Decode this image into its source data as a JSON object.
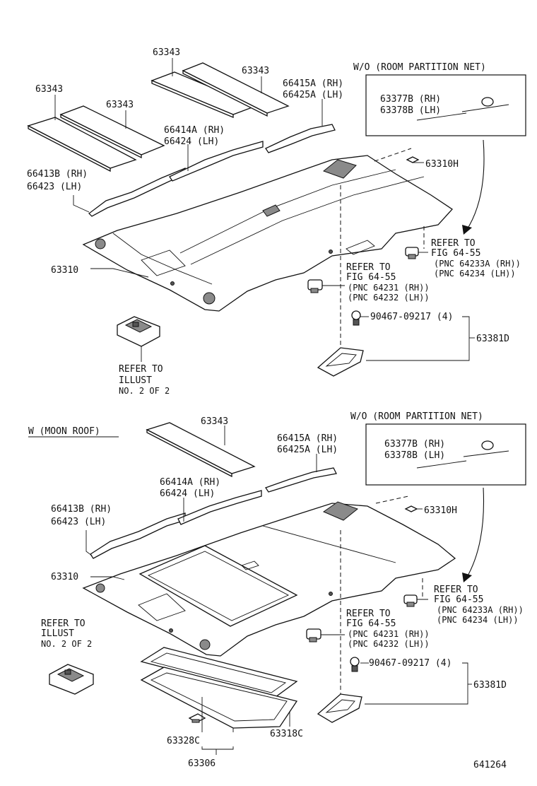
{
  "upper": {
    "labels": {
      "p63343_a": "63343",
      "p63343_b": "63343",
      "p63343_c": "63343",
      "p63343_d": "63343",
      "p66415a": "66415A (RH)",
      "p66425a": "66425A (LH)",
      "p66414a": "66414A (RH)",
      "p66424": "66424  (LH)",
      "p66413b": "66413B (RH)",
      "p66423": "66423  (LH)",
      "p63310": "63310",
      "p63310h": "63310H",
      "refer_illust_1": "REFER TO",
      "refer_illust_2": "ILLUST",
      "refer_illust_3": "NO. 2  OF  2",
      "refer_r1": "REFER TO",
      "refer_r2": "FIG 64-55",
      "refer_r3": "(PNC 64233A (RH))",
      "refer_r4": "(PNC 64234  (LH))",
      "refer_m1": "REFER TO",
      "refer_m2": "FIG 64-55",
      "refer_m3": "(PNC 64231 (RH))",
      "refer_m4": "(PNC 64232 (LH))",
      "p90467": "90467-09217 (4)",
      "p63381d": "63381D"
    },
    "wo_header": "W/O (ROOM PARTITION NET)",
    "wo_rh": "63377B (RH)",
    "wo_lh": "63378B (LH)"
  },
  "lower": {
    "section_title": "W (MOON ROOF)",
    "labels": {
      "p63343": "63343",
      "p66415a": "66415A (RH)",
      "p66425a": "66425A (LH)",
      "p66414a": "66414A (RH)",
      "p66424": "66424  (LH)",
      "p66413b": "66413B (RH)",
      "p66423": "66423  (LH)",
      "p63310": "63310",
      "p63310h": "63310H",
      "refer_illust_1": "REFER TO",
      "refer_illust_2": "ILLUST",
      "refer_illust_3": "NO. 2  OF  2",
      "refer_r1": "REFER TO",
      "refer_r2": "FIG 64-55",
      "refer_r3": "(PNC 64233A (RH))",
      "refer_r4": "(PNC 64234  (LH))",
      "refer_m1": "REFER TO",
      "refer_m2": "FIG 64-55",
      "refer_m3": "(PNC 64231 (RH))",
      "refer_m4": "(PNC 64232 (LH))",
      "p90467": "90467-09217 (4)",
      "p63381d": "63381D",
      "p63328c": "63328C",
      "p63318c": "63318C",
      "p63306": "63306"
    },
    "wo_header": "W/O (ROOM PARTITION NET)",
    "wo_rh": "63377B (RH)",
    "wo_lh": "63378B (LH)"
  },
  "figure_number": "641264"
}
